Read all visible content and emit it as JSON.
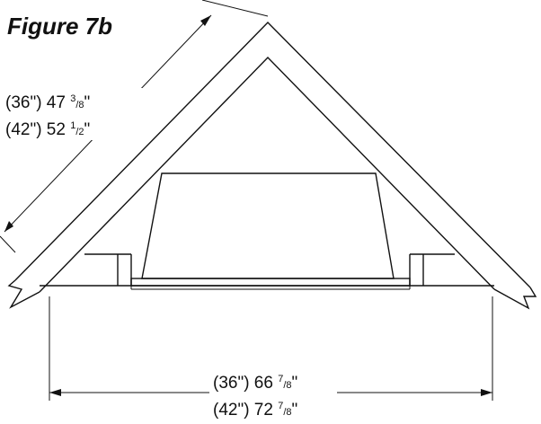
{
  "figure": {
    "title": "Figure 7b"
  },
  "dimensions": {
    "leg": {
      "line1": {
        "prefix": "(36\") 47 ",
        "sup": "3",
        "sub": "8",
        "suffix": "\""
      },
      "line2": {
        "prefix": "(42\") 52 ",
        "sup": "1",
        "sub": "2",
        "suffix": "\""
      }
    },
    "base": {
      "line1": {
        "prefix": "(36\") 66 ",
        "sup": "7",
        "sub": "8",
        "suffix": "\""
      },
      "line2": {
        "prefix": "(42\") 72 ",
        "sup": "7",
        "sub": "8",
        "suffix": "\""
      }
    }
  }
}
